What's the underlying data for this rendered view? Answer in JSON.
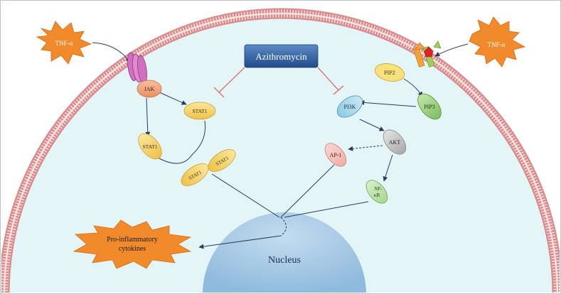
{
  "drug": {
    "label": "Azithromycin"
  },
  "ligands": {
    "left": "TNF-α",
    "right": "TNF-α"
  },
  "jak_pathway": {
    "jak": "JAK",
    "stat1_a": "STAT1",
    "stat1_b": "STAT1",
    "dimer_a": "STAT1",
    "dimer_b": "STAT1"
  },
  "pi3k_pathway": {
    "pip2": "PIP2",
    "pip3": "PIP3",
    "pi3k": "PI3K",
    "akt": "AKT",
    "ap1": "AP-1",
    "nfkb_line1": "NF-",
    "nfkb_line2": "κB"
  },
  "nucleus": {
    "label": "Nucleus"
  },
  "output": {
    "line1": "Pro-inflammatory",
    "line2": "cytokines"
  },
  "colors": {
    "cytoplasm": "#e4f5f8",
    "nucleus": "#a8cce6",
    "membrane": "#e8a7a7",
    "drug_box": "#2f5f9c",
    "stat": "#f5d76a",
    "jak": "#f3a67d",
    "pip2": "#f8e07a",
    "pip3": "#9ed58a",
    "akt": "#c9c9c9",
    "burst": "#f08a2a",
    "inhibit": "#e05b5b"
  }
}
